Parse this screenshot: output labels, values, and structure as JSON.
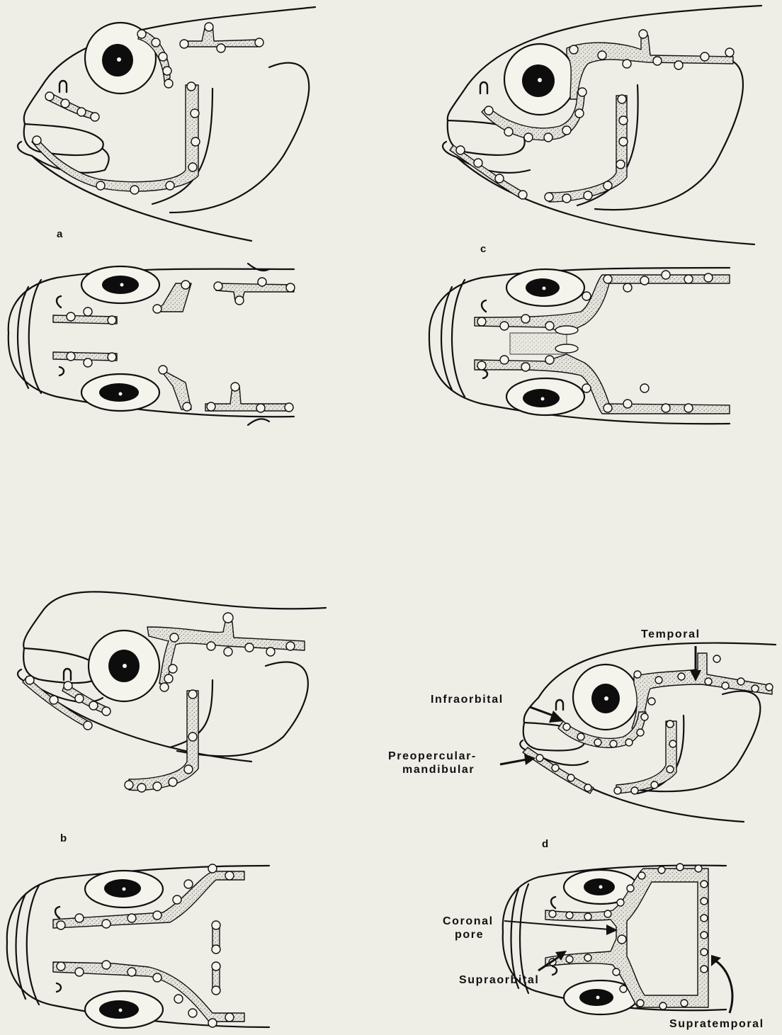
{
  "panels": [
    {
      "id": "a",
      "label": "a"
    },
    {
      "id": "b",
      "label": "b"
    },
    {
      "id": "c",
      "label": "c"
    },
    {
      "id": "d",
      "label": "d"
    }
  ],
  "callouts": {
    "temporal": "Temporal",
    "infraorbital": "Infraorbital",
    "preopercular_line1": "Preopercular-",
    "preopercular_line2": "mandibular",
    "coronal_line1": "Coronal",
    "coronal_line2": "pore",
    "supraorbital": "Supraorbital",
    "supratemporal": "Supratemporal"
  },
  "colors": {
    "background": "#eeede6",
    "ink": "#111111",
    "pore_fill": "#f4f3ec"
  }
}
